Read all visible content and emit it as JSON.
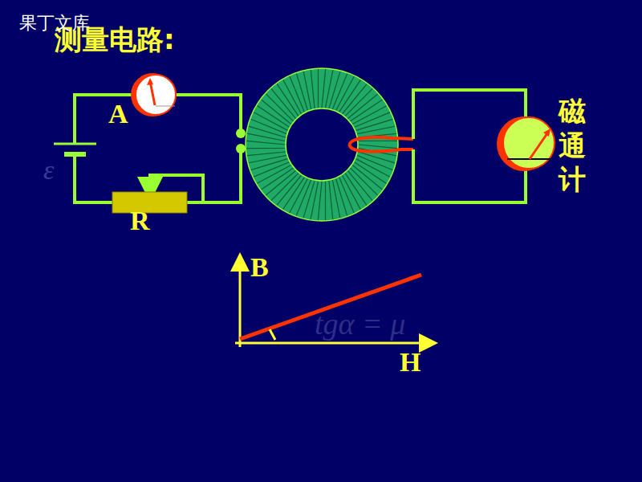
{
  "diagram": {
    "title": "测量电路:",
    "labels": [
      "果丁文库",
      "A",
      "ε",
      "R",
      "磁通计",
      "B",
      "H",
      "tgα = μ"
    ]
  }
}
